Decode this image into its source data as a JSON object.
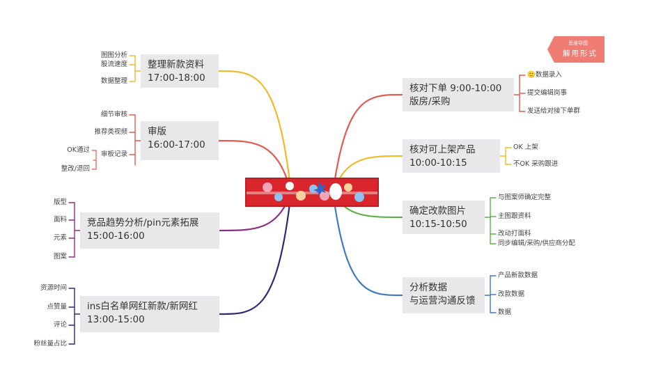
{
  "corner_tag": {
    "small": "思维导图",
    "label": "解用形式"
  },
  "colors": {
    "orange": "#f2b92b",
    "red": "#e35a4f",
    "purple": "#8b2f86",
    "navy": "#2d2a73",
    "yellow": "#f2b92b",
    "green": "#5caf45",
    "blue": "#3f78c4",
    "banner": "#d8262c"
  },
  "branches": [
    {
      "id": "b1",
      "side": "left",
      "color": "#f2b92b",
      "line1": "整理新款资料",
      "line2": "17:00-18:00",
      "leaves": [
        "图图分析",
        "股流速度",
        "数据整理"
      ]
    },
    {
      "id": "b2",
      "side": "left",
      "color": "#e35a4f",
      "line1": "审版",
      "line2": "16:00-17:00",
      "leaves": [
        "细节审核",
        "推荐类视频",
        "审板记录"
      ],
      "subleaves": [
        "OK通过",
        "整改/退回"
      ]
    },
    {
      "id": "b3",
      "side": "left",
      "color": "#8b2f86",
      "line1": "竞品趋势分析/pin元素拓展",
      "line2": "15:00-16:00",
      "leaves": [
        "版型",
        "面料",
        "元素",
        "图案"
      ]
    },
    {
      "id": "b4",
      "side": "left",
      "color": "#2d2a73",
      "line1": "ins白名单网红新款/新网红",
      "line2": "13:00-15:00",
      "leaves": [
        "资源时间",
        "点赞量",
        "评论",
        "粉丝量占比"
      ]
    },
    {
      "id": "b5",
      "side": "right",
      "color": "#e35a4f",
      "line1": "核对下单 9:00-10:00",
      "line2": "版房/采购",
      "leaves": [
        "🙂数据录入",
        "提交编辑岗事",
        "发送给对接下单群"
      ]
    },
    {
      "id": "b6",
      "side": "right",
      "color": "#f2b92b",
      "line1": "核对可上架产品",
      "line2": "10:00-10:15",
      "leaves": [
        "OK 上架",
        "不OK 采购跟进"
      ]
    },
    {
      "id": "b7",
      "side": "right",
      "color": "#5caf45",
      "line1": "确定改款图片",
      "line2": "10:15-10:50",
      "leaves": [
        "与图案师确定完整",
        "主图跟资料",
        "改动打面料",
        "同步编辑/采购/供应商分配"
      ]
    },
    {
      "id": "b8",
      "side": "right",
      "color": "#3f78c4",
      "line1": "分析数据",
      "line2": "与运营沟通反馈",
      "leaves": [
        "产品新款数据",
        "改款数据",
        "数据"
      ]
    }
  ]
}
